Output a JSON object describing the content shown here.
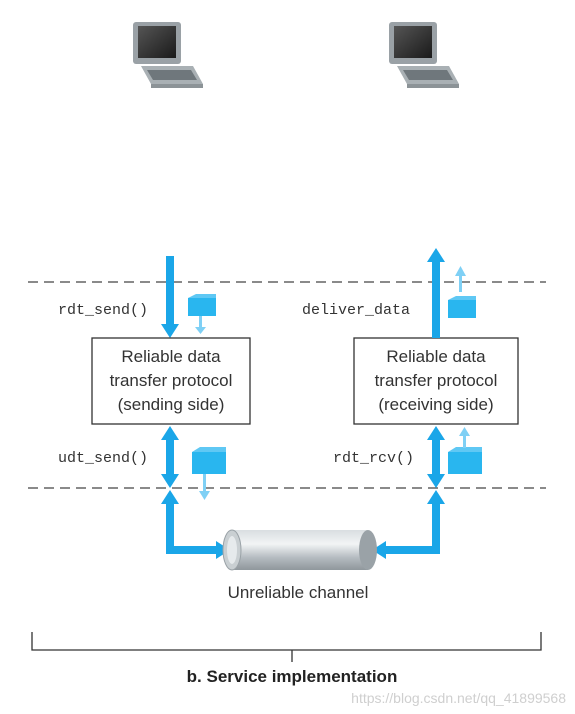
{
  "labels": {
    "rdt_send": "rdt_send()",
    "udt_send": "udt_send()",
    "deliver_data": "deliver_data",
    "rdt_rcv": "rdt_rcv()"
  },
  "sender_box": {
    "line1": "Reliable data",
    "line2": "transfer protocol",
    "line3": "(sending side)"
  },
  "receiver_box": {
    "line1": "Reliable data",
    "line2": "transfer protocol",
    "line3": "(receiving side)"
  },
  "channel_label": "Unreliable channel",
  "caption": "b. Service implementation",
  "watermark": "https://blog.csdn.net/qq_41899568",
  "colors": {
    "arrow": "#1aa6e8",
    "packet": "#29b6ef",
    "packet_light": "#7fd0f5",
    "dashed": "#444444",
    "pipe": "#b9c0c4"
  },
  "icons": [
    "computer-icon",
    "computer-icon",
    "packet-icon",
    "pipe-icon"
  ]
}
